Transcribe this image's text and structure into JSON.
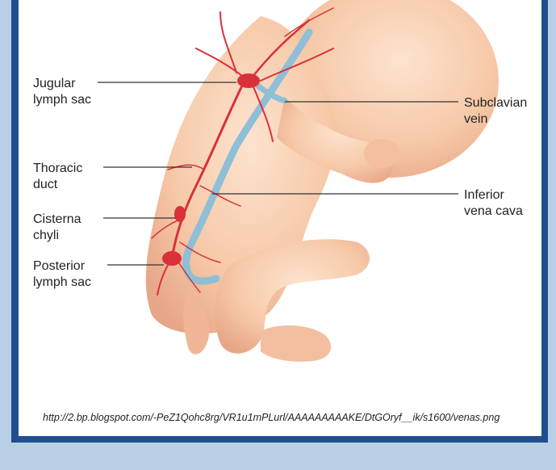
{
  "labels": {
    "jugular_lymph_sac": [
      "Jugular",
      "lymph sac"
    ],
    "subclavian_vein": [
      "Subclavian",
      "vein"
    ],
    "thoracic_duct": [
      "Thoracic",
      "duct"
    ],
    "inferior_vena_cava": [
      "Inferior",
      "vena cava"
    ],
    "cisterna_chyli": [
      "Cisterna",
      "chyli"
    ],
    "posterior_lymph_sac": [
      "Posterior",
      "lymph sac"
    ]
  },
  "source_url": "http://2.bp.blogspot.com/-PeZ1Qohc8rg/VR1u1mPLurl/AAAAAAAAAKE/DtGOryf__ik/s1600/venas.png",
  "colors": {
    "skin": "#f6c9a8",
    "skin_shadow": "#e9a98a",
    "lymph": "#d9303a",
    "vein": "#8fbfd6",
    "frame": "#1f4f8f",
    "outer_bg": "#b9cfe6"
  }
}
